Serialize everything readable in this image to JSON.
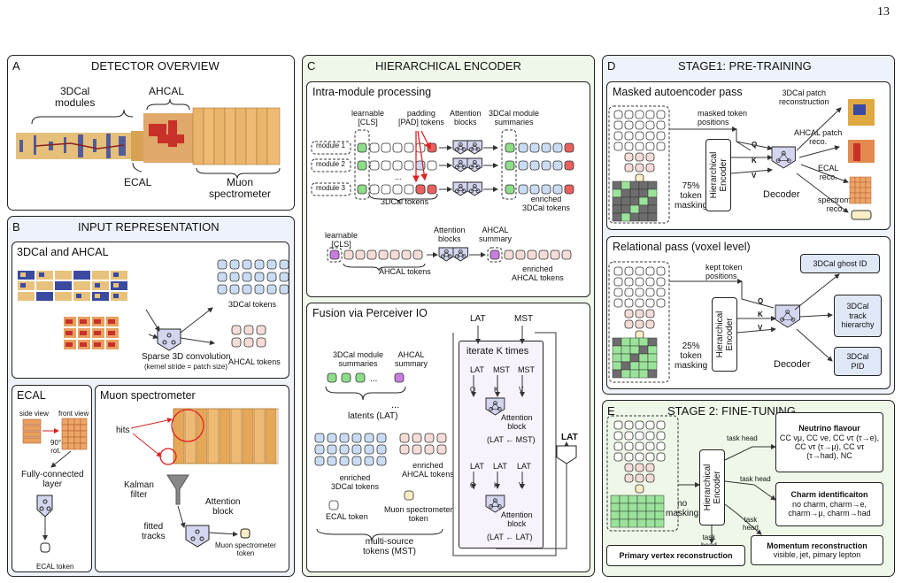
{
  "page_number": "13",
  "A": {
    "letter": "A",
    "title": "DETECTOR OVERVIEW",
    "modules_label": "3DCal modules",
    "ahcal": "AHCAL",
    "ecal": "ECAL",
    "muon": "Muon spectrometer"
  },
  "B": {
    "letter": "B",
    "title": "INPUT REPRESENTATION",
    "sub1_title": "3DCal and AHCAL",
    "tok3d": "3DCal tokens",
    "tokah": "AHCAL tokens",
    "conv": "Sparse 3D convolution",
    "stride": "(kernel stride = patch size)",
    "ecal_title": "ECAL",
    "side": "side view",
    "front": "front view",
    "rot": "90° rot.",
    "fc": "Fully-connected layer",
    "ecal_tok": "ECAL token",
    "muon_title": "Muon spectrometer",
    "hits": "hits",
    "kalman": "Kalman filter",
    "fitted": "fitted tracks",
    "attn": "Attention block",
    "muon_tok": "Muon spectrometer token"
  },
  "C": {
    "letter": "C",
    "title": "HIERARCHICAL ENCODER",
    "intra": "Intra-module processing",
    "learnable_cls": "learnable [CLS]",
    "padding": "padding [PAD] tokens",
    "attn_blocks": "Attention blocks",
    "mod_summ": "3DCal module summaries",
    "m1": "module 1",
    "m2": "module 2",
    "m3": "module 3",
    "dots": "...",
    "tok3d": "3DCal tokens",
    "enriched3d": "enriched 3DCal tokens",
    "tokah": "AHCAL tokens",
    "ah_summ": "AHCAL summary",
    "enrichedah": "enriched AHCAL tokens",
    "fusion": "Fusion via Perceiver IO",
    "lat": "LAT",
    "mst": "MST",
    "mod_summ2": "3DCal module summaries",
    "ah_summ2": "AHCAL summary",
    "latents": "latents (LAT)",
    "enr3d": "enriched 3DCal tokens",
    "enrah": "enriched AHCAL tokens",
    "ecal_tok": "ECAL token",
    "muon_tok": "Muon spectrometer token",
    "multi": "multi-source tokens (MST)",
    "iterate": "iterate K times",
    "q": "Q",
    "k": "K",
    "v": "V",
    "attn_block": "Attention block",
    "lat_mst": "(LAT ← MST)",
    "lat_lat": "(LAT ← LAT)"
  },
  "D": {
    "letter": "D",
    "title": "STAGE1: PRE-TRAINING",
    "mae": "Masked autoencoder pass",
    "masked_pos": "masked token positions",
    "pct75": "75% token masking",
    "enc": "Hierarchical Encoder",
    "dec": "Decoder",
    "q": "Q",
    "k": "K",
    "v": "V",
    "r3d": "3DCal patch reconstruction",
    "rah": "AHCAL patch reco.",
    "recal": "ECAL reco.",
    "rsp": "spectrom. reco.",
    "rel": "Relational pass (voxel level)",
    "kept_pos": "kept token positions",
    "pct25": "25% token masking",
    "ghost": "3DCal ghost ID",
    "track": "3DCal track hierarchy",
    "pid": "3DCal PID"
  },
  "E": {
    "letter": "E",
    "title": "STAGE 2: FINE-TUNING",
    "nomask": "no masking",
    "enc": "Hierarchical Encoder",
    "task_head": "task head",
    "nu_title": "Neutrino flavour",
    "nu_body": "CC νμ, CC νe, CC ντ (τ→e), CC ντ (τ→μ), CC ντ (τ→had), NC",
    "charm_title": "Charm identificaiton",
    "charm_body": "no charm, charm→e, charm→μ, charm→had",
    "mom_title": "Momentum reconstruction",
    "mom_body": "visible, jet, pimary lepton",
    "pv": "Primary vertex reconstruction"
  },
  "colors": {
    "panelA": "#ffffff",
    "panelB": "#eef2fb",
    "panelC": "#eef7e8",
    "panelD": "#eef2fb",
    "panelE": "#eef7e8",
    "tok_blue": "#c9dcf3",
    "tok_pink": "#f6dcd6",
    "tok_green": "#8fdc8a",
    "tok_red": "#e86060",
    "tok_purple": "#c87ee0",
    "tok_yellow": "#fbeec6",
    "enc_fill": "#d4d6f0"
  }
}
